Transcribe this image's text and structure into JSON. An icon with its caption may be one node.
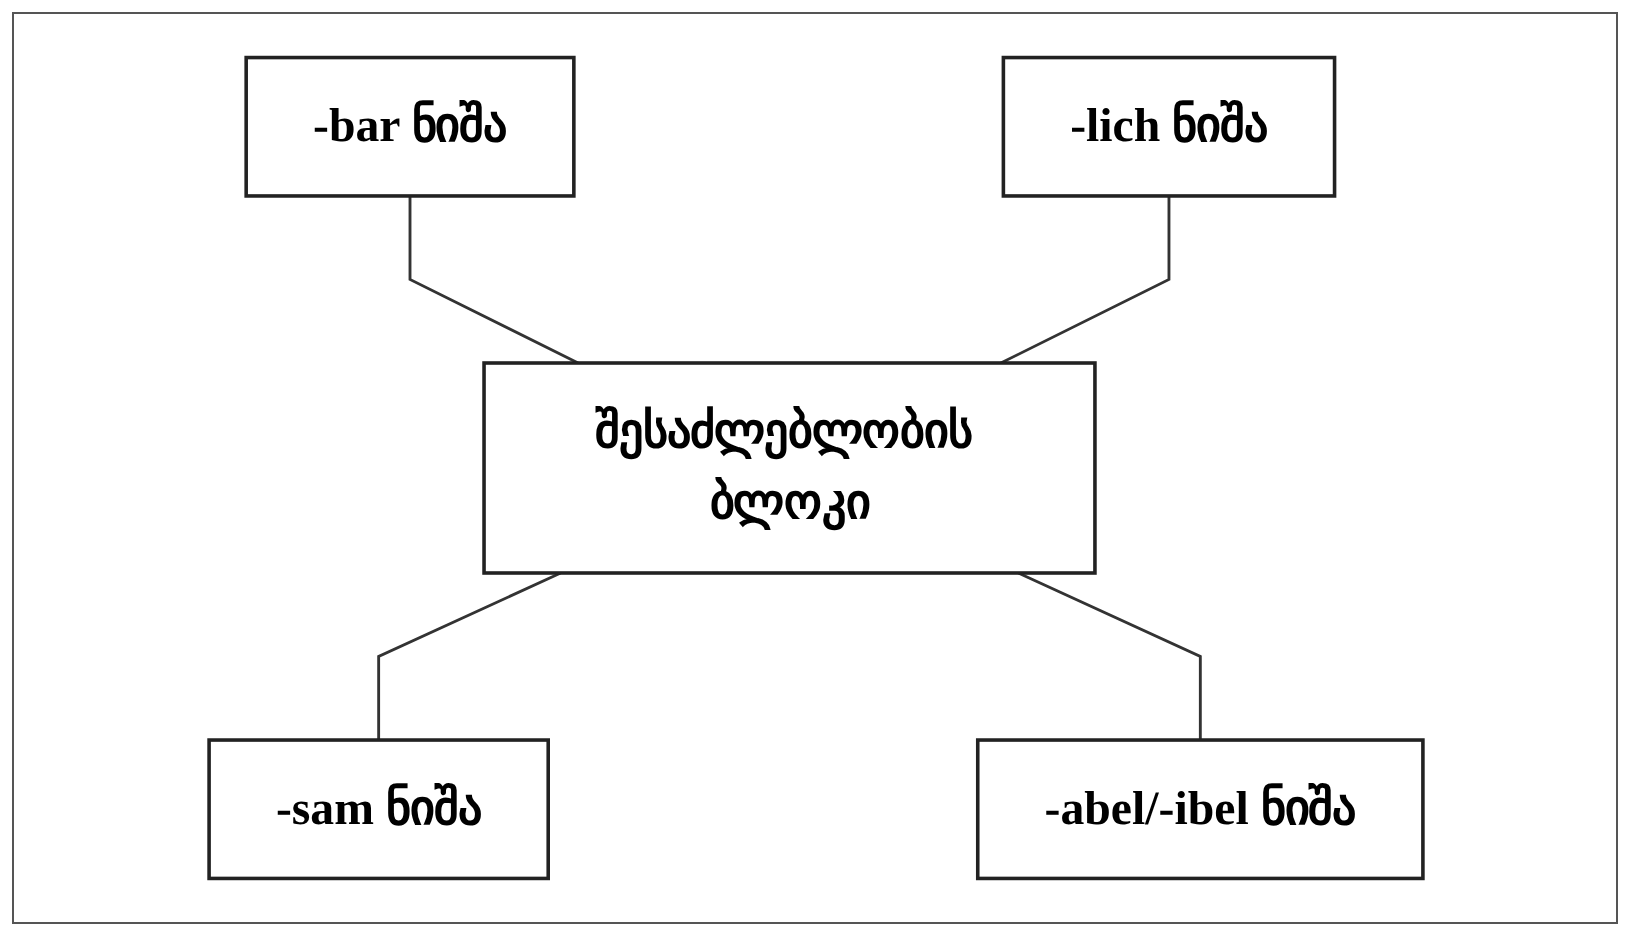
{
  "diagram": {
    "nodes": [
      {
        "text": [
          "-bar ნიშა"
        ]
      },
      {
        "text": [
          "-lich ნიშა"
        ]
      },
      {
        "text": [
          "შესაძლებლობის ბლოკი"
        ]
      },
      {
        "text": [
          "-sam ნიშა"
        ]
      },
      {
        "text": [
          "-abel/-ibel ნიშა"
        ]
      }
    ],
    "edges": [
      {
        "from": 0,
        "to": 2,
        "arrow": "none"
      },
      {
        "from": 1,
        "to": 2,
        "arrow": "none"
      },
      {
        "from": 2,
        "to": 3,
        "arrow": "none"
      },
      {
        "from": 2,
        "to": 4,
        "arrow": "none"
      }
    ]
  }
}
